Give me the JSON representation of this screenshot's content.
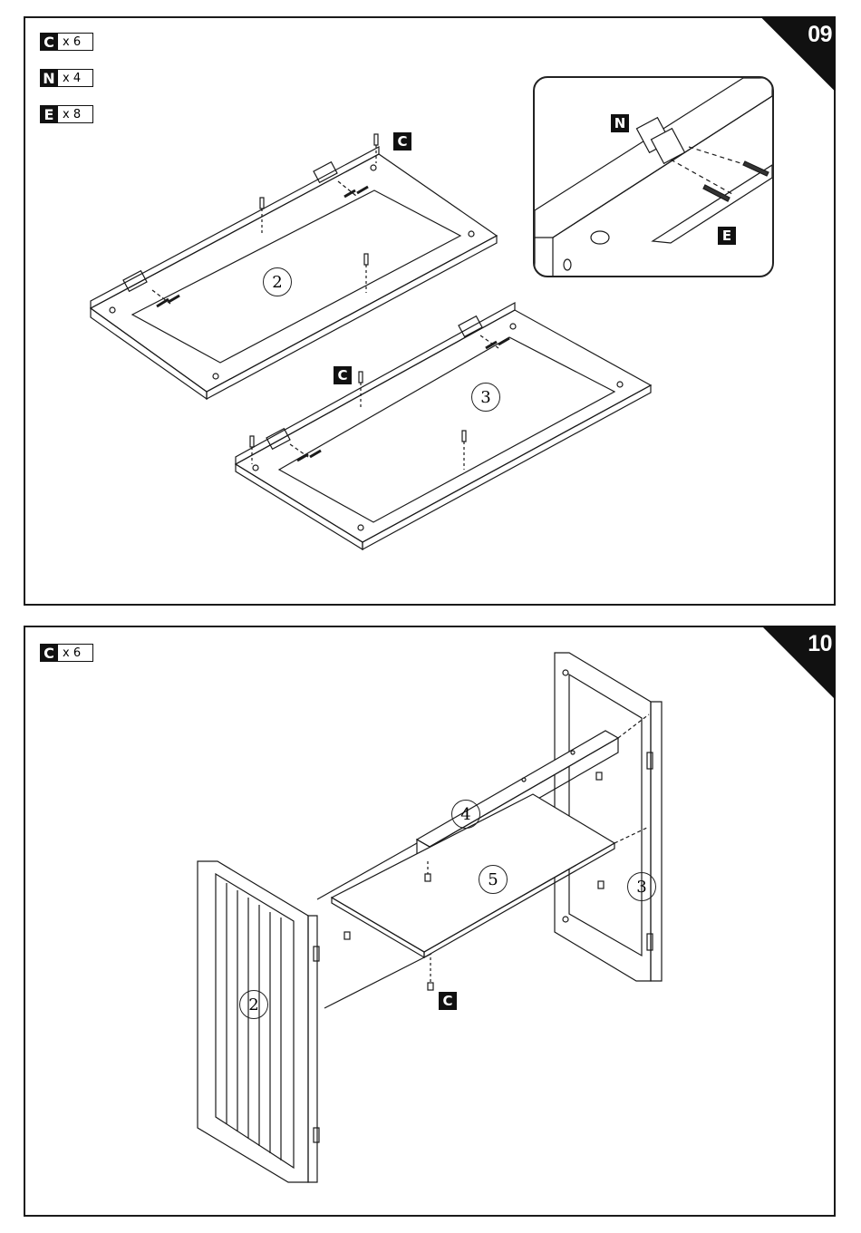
{
  "step09": {
    "number": "09",
    "parts": [
      {
        "letter": "C",
        "qty": "x 6"
      },
      {
        "letter": "N",
        "qty": "x 4"
      },
      {
        "letter": "E",
        "qty": "x 8"
      }
    ],
    "labels": {
      "panel_a": "2",
      "panel_b": "3",
      "c_tag_1": "C",
      "c_tag_2": "C"
    },
    "inset": {
      "n_tag": "N",
      "e_tag": "E"
    }
  },
  "step10": {
    "number": "10",
    "parts": [
      {
        "letter": "C",
        "qty": "x 6"
      }
    ],
    "labels": {
      "side_left": "2",
      "back_rail": "4",
      "shelf": "5",
      "side_right": "3",
      "c_tag": "C"
    }
  },
  "colors": {
    "ink": "#1a1a1a",
    "paper": "#ffffff"
  }
}
